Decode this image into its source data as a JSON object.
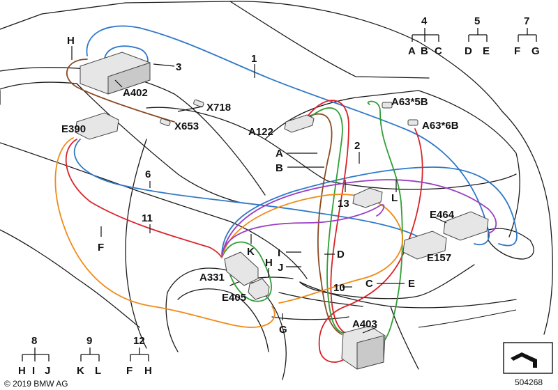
{
  "colors": {
    "blue": "#2f78c8",
    "brown": "#8b4a22",
    "red": "#d9232a",
    "green": "#2f9e35",
    "orange": "#f08a16",
    "purple": "#9b3fc0",
    "background": "#ffffff",
    "outline": "#1a1a1a"
  },
  "labels": {
    "n1": "1",
    "n2": "2",
    "n3": "3",
    "n6": "6",
    "n10": "10",
    "n11": "11",
    "n13": "13",
    "A": "A",
    "B": "B",
    "C": "C",
    "D": "D",
    "E": "E",
    "F": "F",
    "G": "G",
    "H_top": "H",
    "H_mid": "H",
    "I": "I",
    "J": "J",
    "K": "K",
    "L": "L",
    "A402": "A402",
    "X718": "X718",
    "X653": "X653",
    "E390": "E390",
    "A122": "A122",
    "A63_5B": "A63*5B",
    "A63_6B": "A63*6B",
    "E464": "E464",
    "E157": "E157",
    "A331": "A331",
    "E405": "E405",
    "A403": "A403"
  },
  "trees": [
    {
      "parent": "4",
      "children": [
        "A",
        "B",
        "C"
      ]
    },
    {
      "parent": "5",
      "children": [
        "D",
        "E"
      ]
    },
    {
      "parent": "7",
      "children": [
        "F",
        "G"
      ]
    },
    {
      "parent": "8",
      "children": [
        "H",
        "I",
        "J"
      ]
    },
    {
      "parent": "9",
      "children": [
        "K",
        "L"
      ]
    },
    {
      "parent": "12",
      "children": [
        "F",
        "H"
      ]
    }
  ],
  "footer": {
    "copyright": "© 2019 BMW AG",
    "diagram_number": "504268"
  },
  "icons": {
    "corner": "arrow-box-icon"
  }
}
